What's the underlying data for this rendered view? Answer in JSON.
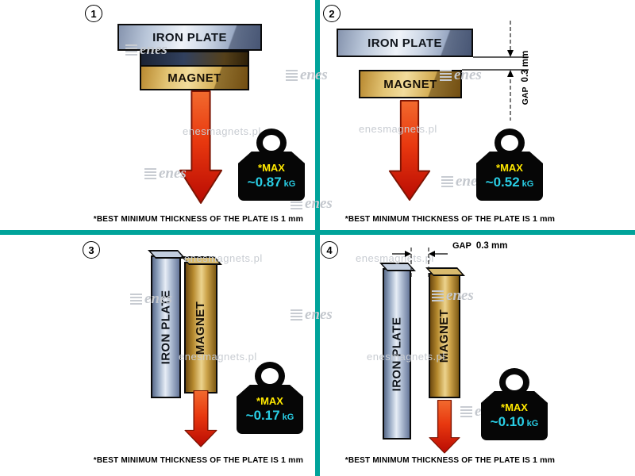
{
  "watermark": {
    "site": "enesmagnets.pl",
    "brand": "enes"
  },
  "panels": [
    {
      "number": "1",
      "plate_label": "IRON PLATE",
      "magnet_label": "MAGNET",
      "weight": {
        "max": "*MAX",
        "value": "~0.87",
        "unit": "kG"
      },
      "caption": {
        "text": "*BEST MINIMUM THICKNESS OF THE PLATE IS",
        "bold": "1 mm"
      }
    },
    {
      "number": "2",
      "plate_label": "IRON PLATE",
      "magnet_label": "MAGNET",
      "gap": {
        "label": "GAP",
        "value": "0.3 mm"
      },
      "weight": {
        "max": "*MAX",
        "value": "~0.52",
        "unit": "kG"
      },
      "caption": {
        "text": "*BEST MINIMUM THICKNESS OF THE PLATE IS",
        "bold": "1 mm"
      }
    },
    {
      "number": "3",
      "plate_label": "IRON PLATE",
      "magnet_label": "MAGNET",
      "weight": {
        "max": "*MAX",
        "value": "~0.17",
        "unit": "kG"
      },
      "caption": {
        "text": "*BEST MINIMUM THICKNESS OF THE PLATE IS",
        "bold": "1 mm"
      }
    },
    {
      "number": "4",
      "plate_label": "IRON PLATE",
      "magnet_label": "MAGNET",
      "gap": {
        "label": "GAP",
        "value": "0.3 mm"
      },
      "weight": {
        "max": "*MAX",
        "value": "~0.10",
        "unit": "kG"
      },
      "caption": {
        "text": "*BEST MINIMUM THICKNESS OF THE PLATE IS",
        "bold": "1 mm"
      }
    }
  ]
}
